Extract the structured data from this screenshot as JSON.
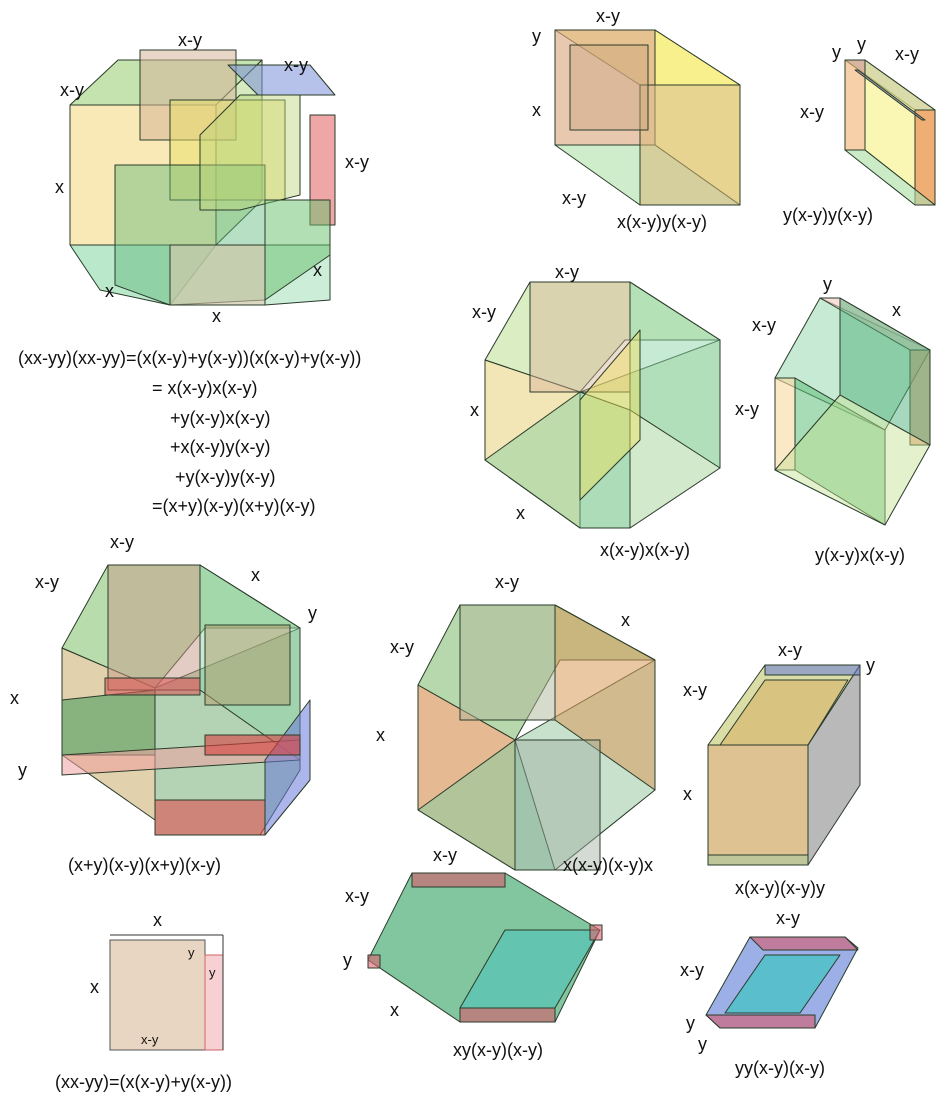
{
  "colors": {
    "green": "#2e9e4a",
    "tan": "#c9a27a",
    "yellow": "#f4e04a",
    "red": "#d94a4a",
    "blue": "#4a6fd4",
    "orange": "#e0802a",
    "teal": "#3fc4c0",
    "pink": "#f6c6c8",
    "square_tan": "#e8d6c3"
  },
  "labels": {
    "A_xy_top": "x-y",
    "A_xy_topright": "x-y",
    "A_xy_left": "x-y",
    "A_xy_right": "x-y",
    "A_x_left": "x",
    "A_x_bottomleft": "x",
    "A_x_bottom": "x",
    "A_x_right": "x",
    "B_y": "y",
    "B_xy_top": "x-y",
    "B_x": "x",
    "B_xy_bottom": "x-y",
    "B_caption": "x(x-y)y(x-y)",
    "C_y1": "y",
    "C_y2": "y",
    "C_xy_top": "x-y",
    "C_xy_left": "x-y",
    "C_caption": "y(x-y)y(x-y)",
    "D_xy_top": "x-y",
    "D_xy_left": "x-y",
    "D_x_left": "x",
    "D_x_bottom": "x",
    "D_caption": "x(x-y)x(x-y)",
    "E_y": "y",
    "E_xy_left": "x-y",
    "E_x": "x",
    "E_xy_mid": "x-y",
    "E_caption": "y(x-y)x(x-y)",
    "F_xy_top": "x-y",
    "F_xy_left": "x-y",
    "F_x_topright": "x",
    "F_y_right": "y",
    "F_x_left": "x",
    "F_y_left": "y",
    "F_caption": "(x+y)(x-y)(x+y)(x-y)",
    "G_xy_top": "x-y",
    "G_xy_left": "x-y",
    "G_x_right": "x",
    "G_x_left": "x",
    "G_caption": "x(x-y)(x-y)x",
    "H_xy_top": "x-y",
    "H_y": "y",
    "H_xy_left": "x-y",
    "H_x_left": "x",
    "H_caption": "x(x-y)(x-y)y",
    "I_xy_top": "x-y",
    "I_xy_left": "x-y",
    "I_y": "y",
    "I_x": "x",
    "I_caption": "xy(x-y)(x-y)",
    "J_xy_top": "x-y",
    "J_xy_left": "x-y",
    "J_y1": "y",
    "J_y2": "y",
    "J_caption": "yy(x-y)(x-y)",
    "S_x_top": "x",
    "S_x_left": "x",
    "S_y_inner": "y",
    "S_y_strip": "y",
    "S_xy_inner": "x-y",
    "S_caption": "(xx-yy)=(x(x-y)+y(x-y))"
  },
  "equations": [
    "(xx-yy)(xx-yy)=(x(x-y)+y(x-y))(x(x-y)+y(x-y))",
    "=  x(x-y)x(x-y)",
    "+y(x-y)x(x-y)",
    "+x(x-y)y(x-y)",
    "+y(x-y)y(x-y)",
    "=(x+y)(x-y)(x+y)(x-y)"
  ]
}
